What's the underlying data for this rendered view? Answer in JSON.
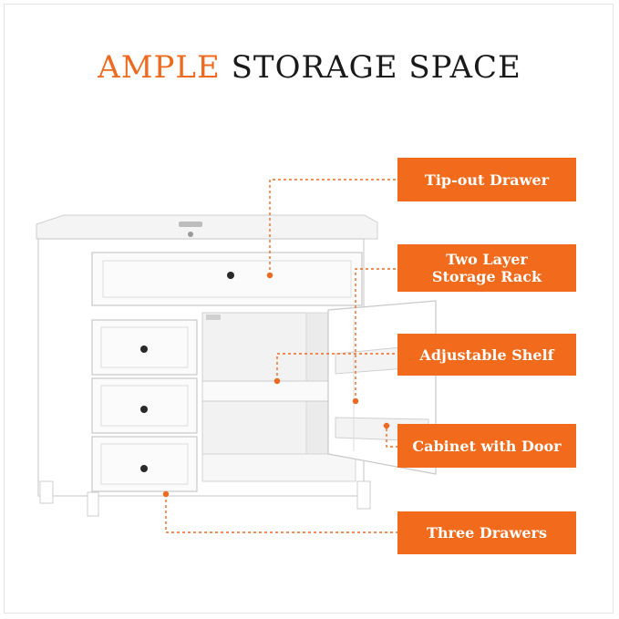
{
  "headline": {
    "accent": "AMPLE",
    "rest": "STORAGE SPACE"
  },
  "callouts": {
    "tip_out_drawer": "Tip-out Drawer",
    "two_layer_line1": "Two Layer",
    "two_layer_line2": "Storage Rack",
    "adjustable_shelf": "Adjustable Shelf",
    "cabinet_with_door": "Cabinet with Door",
    "three_drawers": "Three Drawers"
  },
  "colors": {
    "accent": "#f26a1b",
    "cabinet": "#ffffff",
    "outline": "#cfcfcf",
    "knob": "#2a2a2a"
  }
}
